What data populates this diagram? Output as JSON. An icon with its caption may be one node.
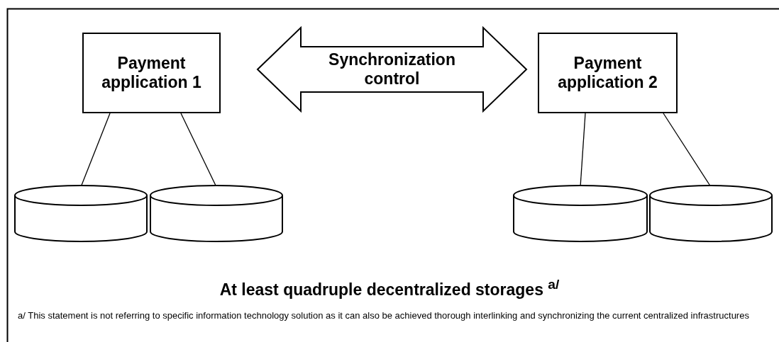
{
  "diagram": {
    "nodes": [
      {
        "text": [
          "Payment application 1"
        ]
      },
      {
        "text": [
          "Synchronization control"
        ]
      },
      {
        "text": [
          "Payment application 2"
        ]
      },
      {
        "text": [],
        "shape": "cylinder"
      },
      {
        "text": [],
        "shape": "cylinder"
      },
      {
        "text": [],
        "shape": "cylinder"
      },
      {
        "text": [],
        "shape": "cylinder"
      }
    ],
    "edges": [
      {
        "from": 0,
        "to": 3,
        "arrow": "none"
      },
      {
        "from": 0,
        "to": 4,
        "arrow": "none"
      },
      {
        "from": 2,
        "to": 5,
        "arrow": "none"
      },
      {
        "from": 2,
        "to": 6,
        "arrow": "none"
      }
    ],
    "labels": [
      "At least quadruple decentralized storages $^{a/}$",
      "a/ This statement is not referring to specific information technology solution as it can also be achieved thorough interlinking and synchronizing the current centralized infrastructures"
    ]
  }
}
